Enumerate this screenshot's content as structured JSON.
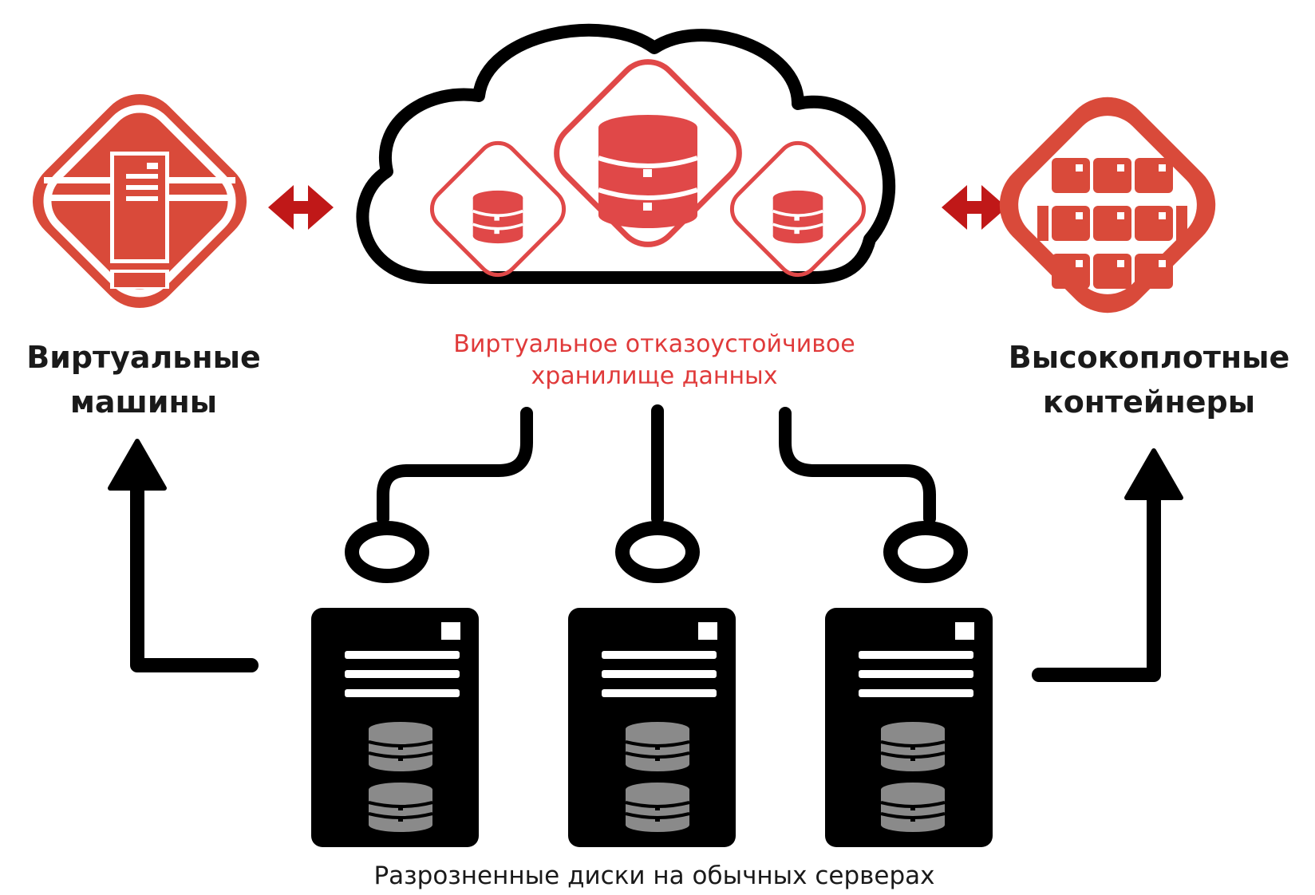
{
  "colors": {
    "accent_red": "#d94a3a",
    "cloud_red": "#e03a3a",
    "arrow_red": "#c01818",
    "outline": "#000000",
    "disk_grey": "#8a8a8a"
  },
  "left_node": {
    "label_line1": "Виртуальные",
    "label_line2": "машины",
    "icon": "virtual-machine-icon"
  },
  "center_node": {
    "label_line1": "Виртуальное отказоустойчивое",
    "label_line2": "хранилище данных",
    "icon": "cloud-storage-icon"
  },
  "right_node": {
    "label_line1": "Высокоплотные",
    "label_line2": "контейнеры",
    "icon": "containers-icon"
  },
  "bottom": {
    "label": "Разрозненные диски на обычных серверах",
    "server_icon": "server-icon",
    "server_count": 3
  }
}
